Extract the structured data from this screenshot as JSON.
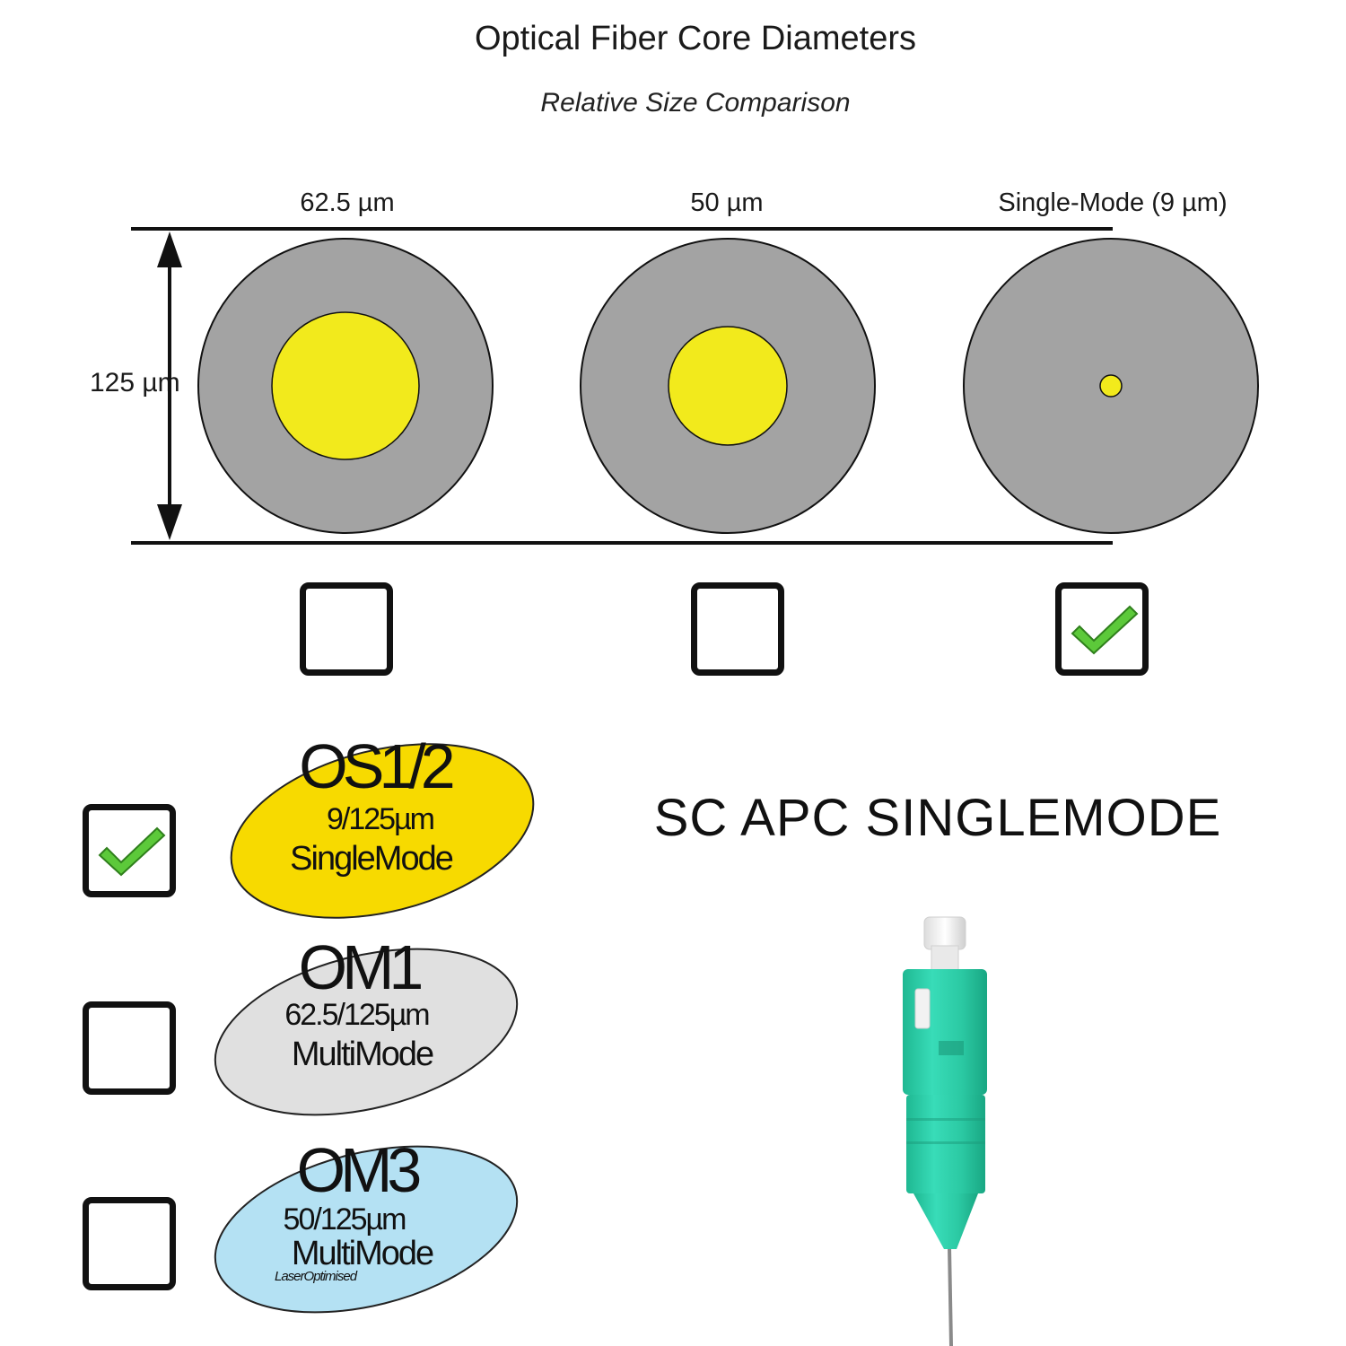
{
  "header": {
    "title": "Optical Fiber Core Diameters",
    "subtitle": "Relative Size Comparison"
  },
  "diagram": {
    "dimension_label": "125 µm",
    "fibers": [
      {
        "label": "62.5 µm",
        "core_um": 62.5,
        "cladding_um": 125,
        "checked": false
      },
      {
        "label": "50 µm",
        "core_um": 50,
        "cladding_um": 125,
        "checked": false
      },
      {
        "label": "Single-Mode (9 µm)",
        "core_um": 9,
        "cladding_um": 125,
        "checked": true
      }
    ],
    "colors": {
      "cladding": "#a3a3a3",
      "core": "#f2ea1c",
      "check": "#5cc93a"
    }
  },
  "types": [
    {
      "name": "OS1/2",
      "spec": "9/125µm",
      "mode": "SingleMode",
      "note": "",
      "color": "#f7da00",
      "checked": true
    },
    {
      "name": "OM1",
      "spec": "62.5/125µm",
      "mode": "MultiMode",
      "note": "",
      "color": "#e0e0e0",
      "checked": false
    },
    {
      "name": "OM3",
      "spec": "50/125µm",
      "mode": "MultiMode",
      "note": "LaserOptimised",
      "color": "#b4e1f3",
      "checked": false
    }
  ],
  "product": {
    "heading": "SC APC SINGLEMODE",
    "connector_color": "#2fd2ac"
  }
}
